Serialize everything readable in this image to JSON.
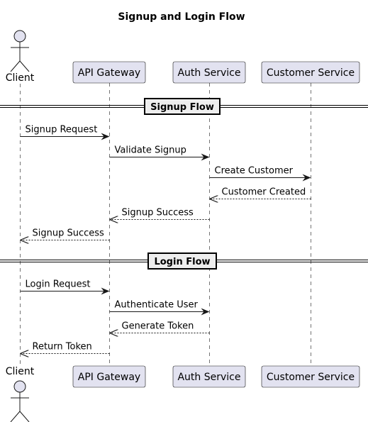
{
  "title": "Signup and Login Flow",
  "colors": {
    "participant_fill": "#E2E2F0",
    "participant_border": "#181818",
    "lifeline": "#181818",
    "arrow": "#181818",
    "divider_fill": "#EEEEEE"
  },
  "participants": [
    {
      "name": "Client",
      "kind": "actor"
    },
    {
      "name": "API Gateway",
      "kind": "box"
    },
    {
      "name": "Auth Service",
      "kind": "box"
    },
    {
      "name": "Customer Service",
      "kind": "box"
    }
  ],
  "dividers": [
    {
      "label": "Signup Flow"
    },
    {
      "label": "Login Flow"
    }
  ],
  "messages": [
    {
      "from": 0,
      "to": 1,
      "label": "Signup Request",
      "style": "solid"
    },
    {
      "from": 1,
      "to": 2,
      "label": "Validate Signup",
      "style": "solid"
    },
    {
      "from": 2,
      "to": 3,
      "label": "Create Customer",
      "style": "solid"
    },
    {
      "from": 3,
      "to": 2,
      "label": "Customer Created",
      "style": "dashed"
    },
    {
      "from": 2,
      "to": 1,
      "label": "Signup Success",
      "style": "dashed"
    },
    {
      "from": 1,
      "to": 0,
      "label": "Signup Success",
      "style": "dashed"
    },
    {
      "from": 0,
      "to": 1,
      "label": "Login Request",
      "style": "solid"
    },
    {
      "from": 1,
      "to": 2,
      "label": "Authenticate User",
      "style": "solid"
    },
    {
      "from": 2,
      "to": 1,
      "label": "Generate Token",
      "style": "dashed"
    },
    {
      "from": 1,
      "to": 0,
      "label": "Return Token",
      "style": "dashed"
    }
  ]
}
